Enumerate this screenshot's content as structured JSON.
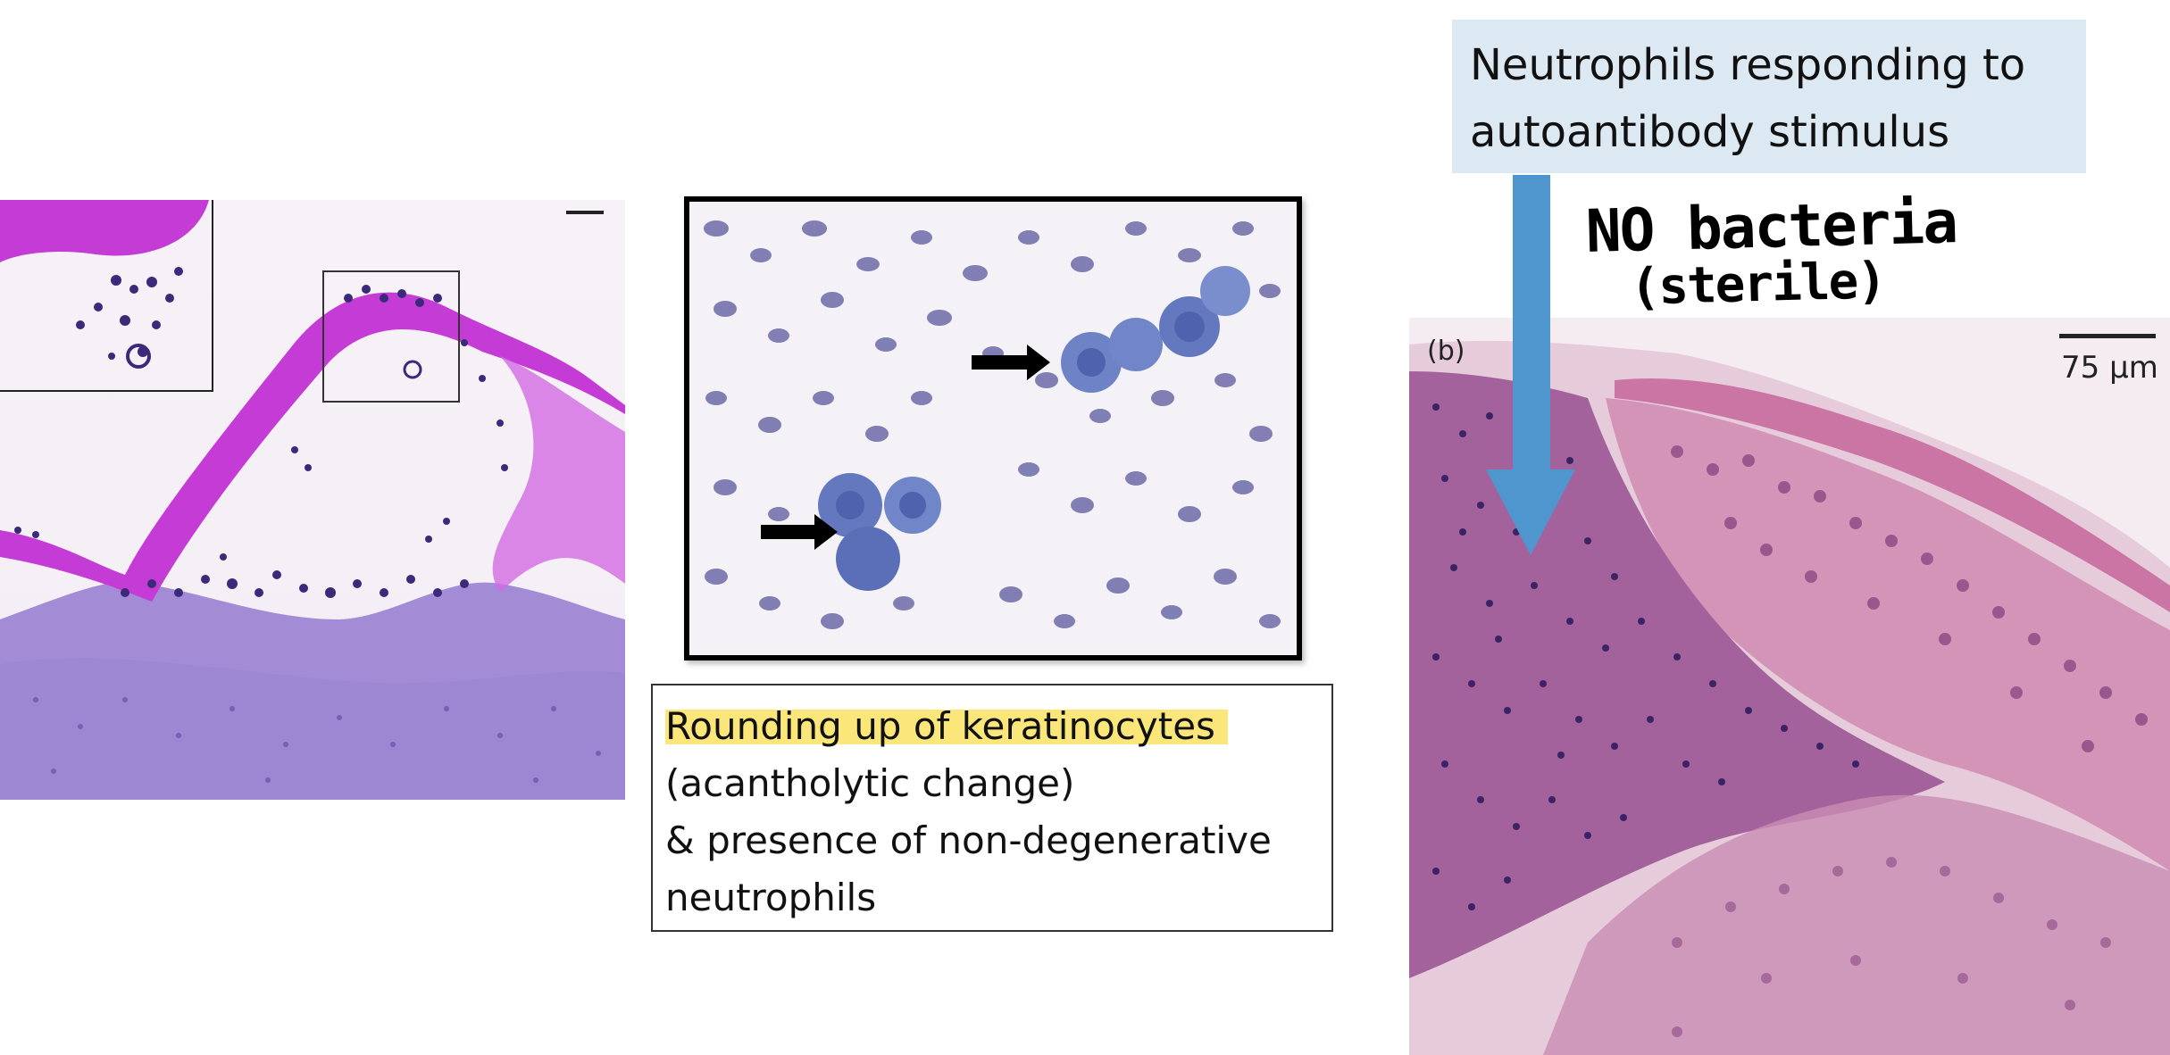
{
  "caption": {
    "highlighted": "Rounding up of keratinocytes",
    "line2": "(acantholytic change)",
    "line3": "& presence of non-degenerative",
    "line4": "neutrophils"
  },
  "neutrophil_label": {
    "line1": "Neutrophils responding to",
    "line2": "autoantibody stimulus"
  },
  "handwritten_note": {
    "line1": "NO bacteria",
    "line2": "(sterile)"
  },
  "right_panel": {
    "panel_label": "(b)",
    "scale_label": "75 μm"
  },
  "colors": {
    "highlight": "#fbe779",
    "label_box": "#dce8f2",
    "arrow_blue": "#4f95ce",
    "pas_magenta": "#c43bd6",
    "he_pink": "#d9a6c8",
    "nucleus_purple": "#3b2a7a"
  }
}
